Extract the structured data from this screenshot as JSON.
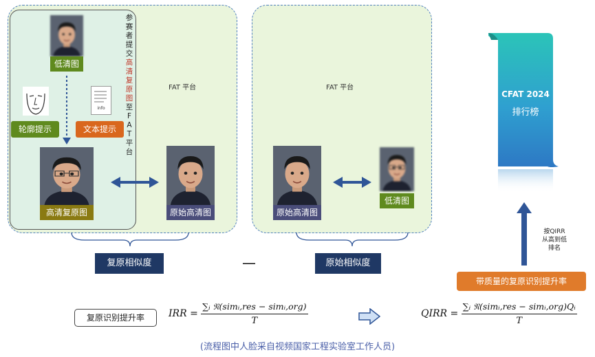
{
  "left_panel": {
    "platform_label": "FAT 平台",
    "lowres_label": "低清图",
    "restored_label": "高清复原图",
    "original_label": "原始高清图",
    "contour_hint": "轮廓提示",
    "text_hint": "文本提示",
    "doc_icon_text": "info",
    "vertical_chars": [
      "参",
      "赛",
      "者",
      "提",
      "交",
      "高",
      "清",
      "复",
      "原",
      "图",
      "至",
      "F",
      "A",
      "T",
      "平",
      "台"
    ]
  },
  "right_panel": {
    "platform_label": "FAT 平台",
    "original_label": "原始高清图",
    "lowres_label": "低清图"
  },
  "similarity": {
    "restore_label": "复原相似度",
    "minus_sign": "—",
    "original_label": "原始相似度"
  },
  "leaderboard": {
    "title": "CFAT 2024",
    "subtitle": "排行榜",
    "rank_note": [
      "按QIRR",
      "从高到低",
      "排名"
    ],
    "quality_button": "带质量的复原识别提升率"
  },
  "formulas": {
    "irr_box": "复原识别提升率",
    "irr_lhs": "IRR =",
    "irr_num": "∑ᵢ 𝔑(simᵢ,res − simᵢ,org)",
    "irr_den": "T",
    "qirr_lhs": "QIRR =",
    "qirr_num": "∑ᵢ 𝔑(simᵢ,res − simᵢ,org)Qᵢ",
    "qirr_den": "T"
  },
  "footer": "(流程图中人脸采自视频国家工程实验室工作人员)",
  "colors": {
    "panel_fill": "#eaf5dc",
    "navy": "#1f3864",
    "orange": "#e07b2b",
    "arrow_blue": "#2f5597"
  }
}
